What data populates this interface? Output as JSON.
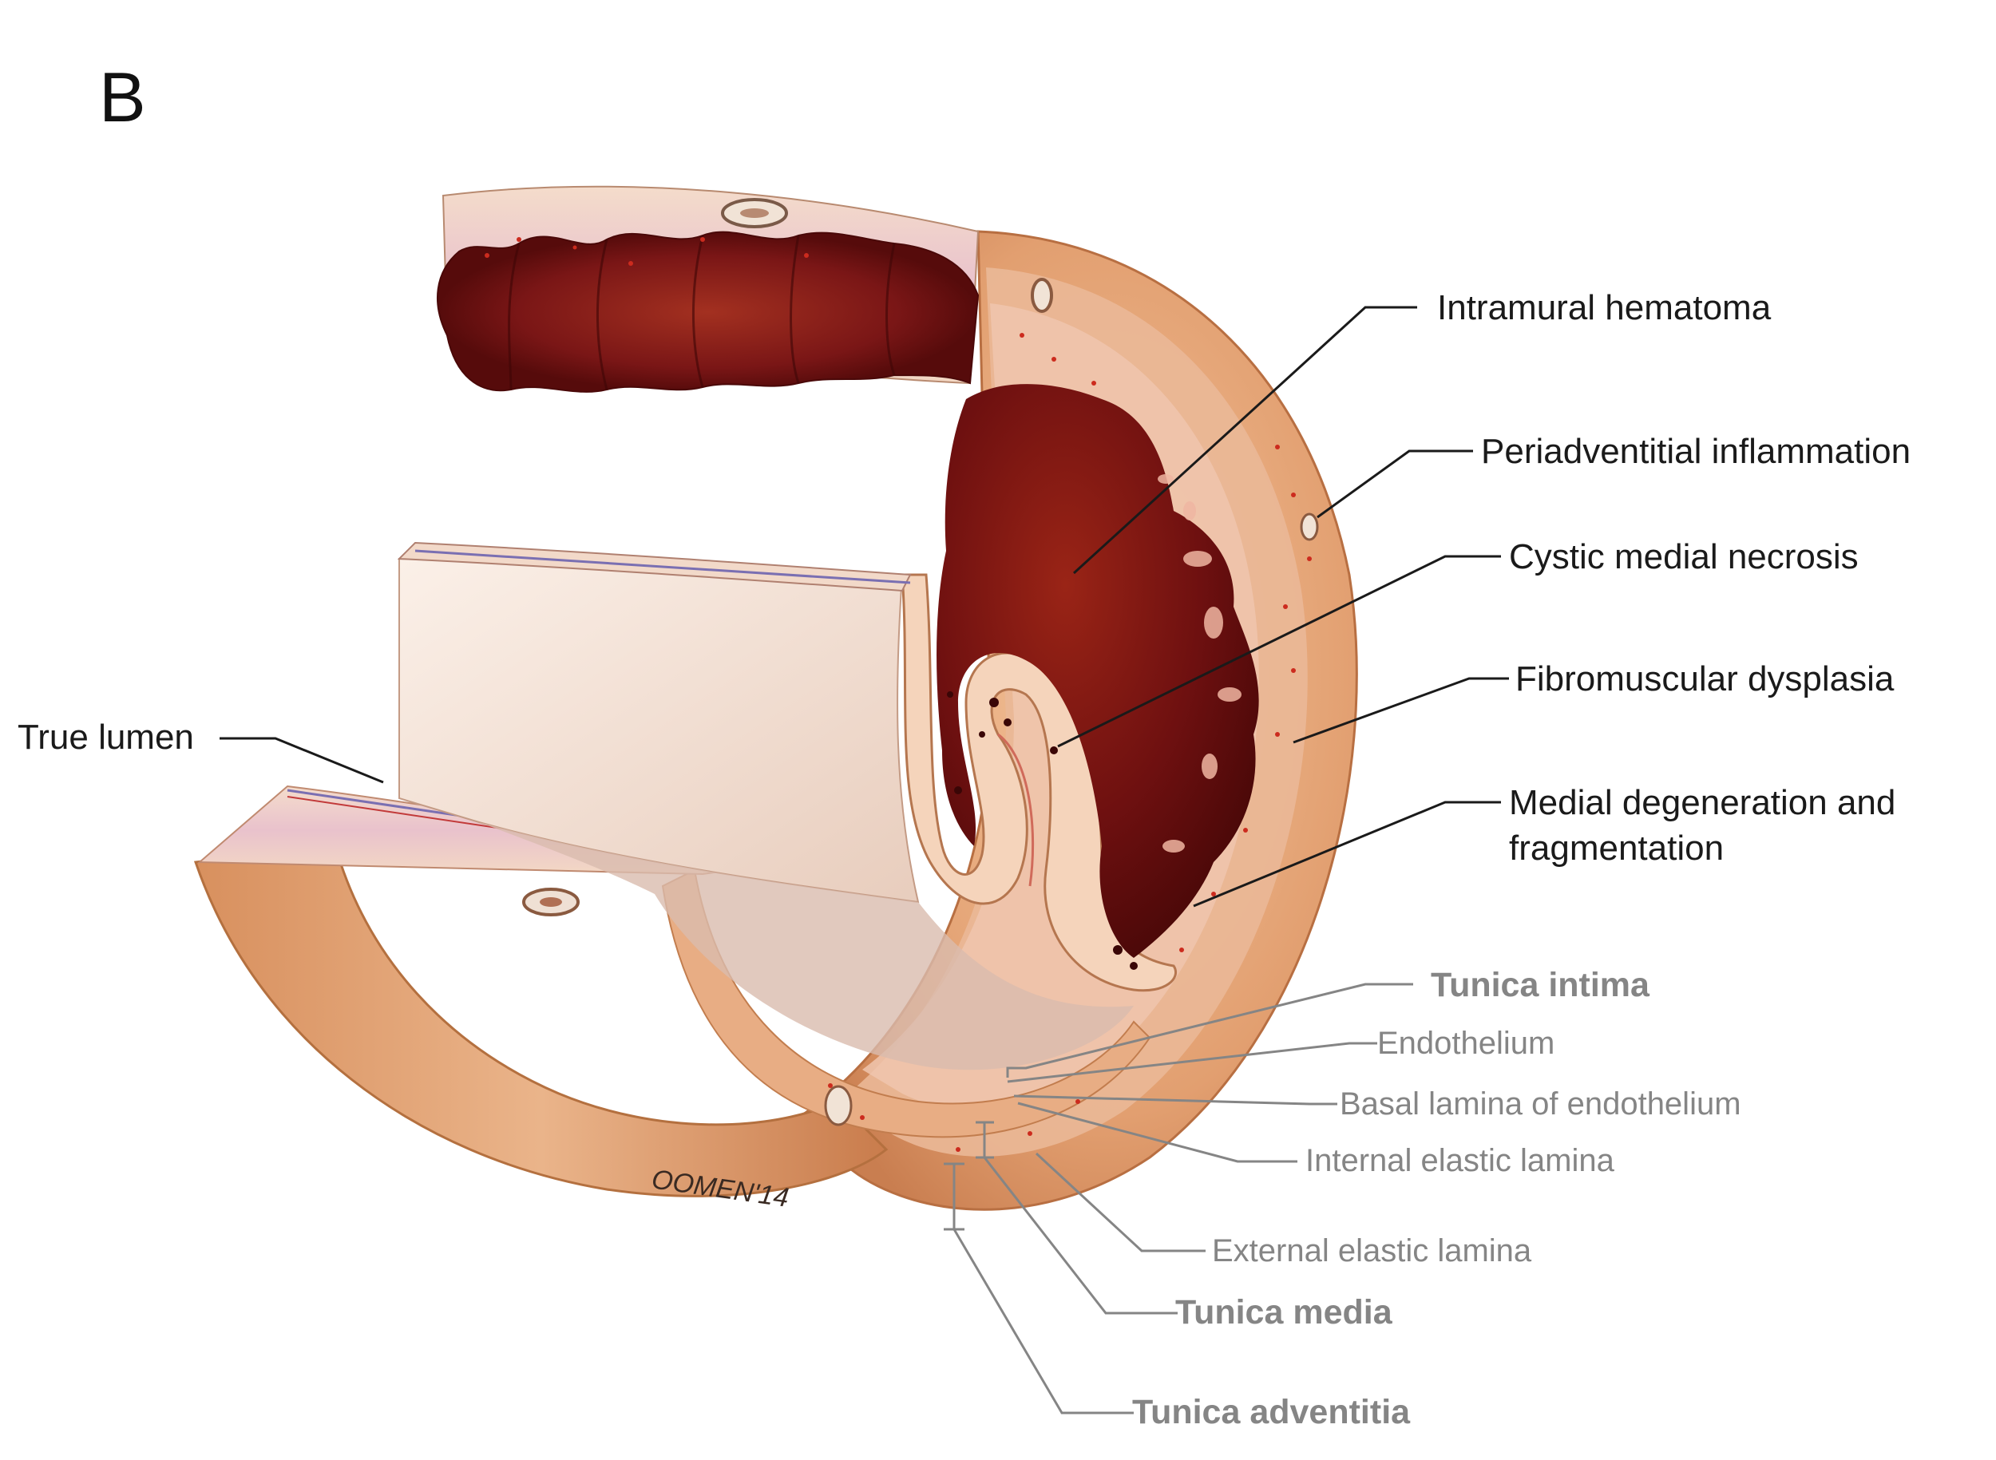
{
  "panel_label": "B",
  "signature": "OOMEN'14",
  "labels": {
    "true_lumen": "True lumen",
    "intramural_hematoma": "Intramural hematoma",
    "periadventitial_inflammation": "Periadventitial inflammation",
    "cystic_medial_necrosis": "Cystic medial necrosis",
    "fibromuscular_dysplasia": "Fibromuscular dysplasia",
    "medial_degeneration_line1": "Medial degeneration and",
    "medial_degeneration_line2": "fragmentation",
    "tunica_intima": "Tunica intima",
    "endothelium": "Endothelium",
    "basal_lamina": "Basal lamina of endothelium",
    "internal_elastic_lamina": "Internal elastic lamina",
    "external_elastic_lamina": "External elastic lamina",
    "tunica_media": "Tunica media",
    "tunica_adventitia": "Tunica adventitia"
  },
  "colors": {
    "label_dark": "#1a1a1a",
    "label_gray": "#858585",
    "adventitia": "#e0a276",
    "media": "#f0c9a4",
    "intima": "#f4e0d0",
    "hematoma": "#6b0f0f",
    "hematoma_light": "#8e2016",
    "lumen": "#f7e6dc"
  }
}
